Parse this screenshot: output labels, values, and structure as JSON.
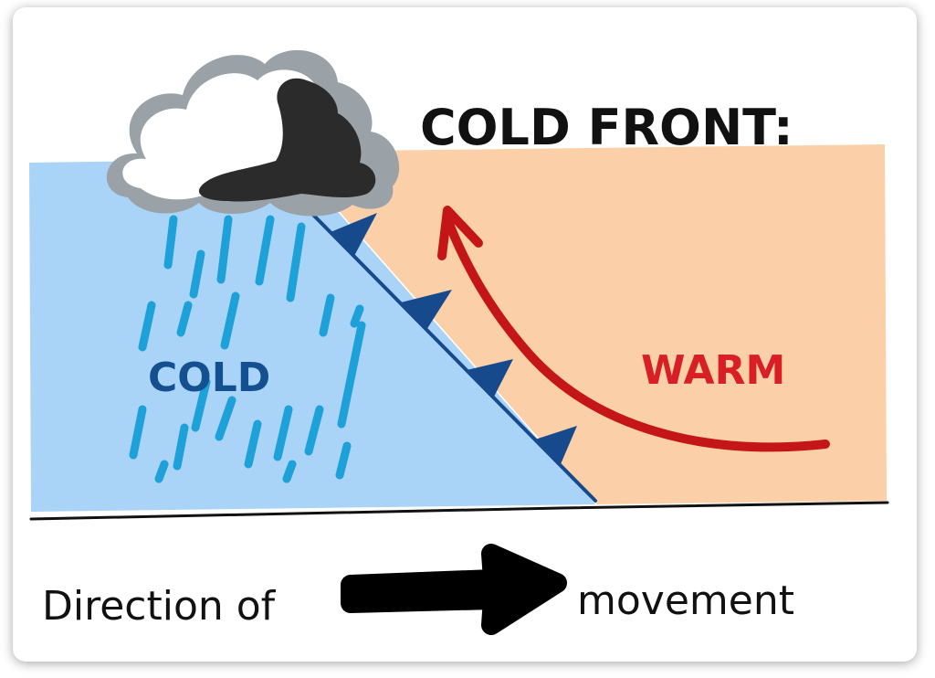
{
  "title": "COLD FRONT:",
  "cold_label": "COLD",
  "warm_label": "WARM",
  "direction_left": "Direction of",
  "direction_right": "movement",
  "colors": {
    "cold_air": "#a9d4f7",
    "warm_air": "#fbd0a8",
    "front_line": "#174a8c",
    "rain": "#1ea0d8",
    "cold_text": "#14508f",
    "warm_text": "#d81f26",
    "arrow_warm": "#c41618",
    "cloud_light": "#ffffff",
    "cloud_outline": "#9aa2a8",
    "cloud_dark": "#2b2b2b"
  },
  "icons": [
    "cloud-icon",
    "rain-icon",
    "warm-air-arrow-icon",
    "direction-arrow-icon"
  ]
}
